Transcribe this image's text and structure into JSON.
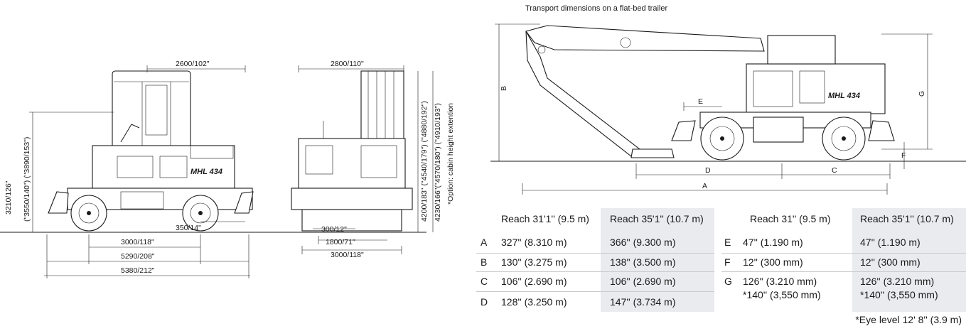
{
  "transport_title": "Transport dimensions on a flat-bed trailer",
  "side_view": {
    "top_width": "2600/102\"",
    "height_label": "3210/126\"",
    "height_options": "(\"3550/140\") (\"3890/153\")",
    "overhang": "350/14\"",
    "wheelbase": "3000/118\"",
    "track_length": "5290/208\"",
    "overall_length": "5380/212\"",
    "badge": "MHL 434"
  },
  "front_view": {
    "top_width": "2800/110\"",
    "h1": "4200/183\" (\"4540/179\") (\"4880/192\")",
    "h2": "4230/166\"(\"4570/180\") (\"4910/193\")",
    "option_note": "*Option: cabin height extention",
    "w1": "300/12\"",
    "w2": "1800/71\"",
    "w3": "3000/118\""
  },
  "transport_view": {
    "labels": [
      "A",
      "B",
      "C",
      "D",
      "E",
      "F",
      "G"
    ],
    "badge": "MHL 434"
  },
  "table": {
    "left_headers": [
      "Reach 31'1'' (9.5 m)",
      "Reach 35'1'' (10.7 m)"
    ],
    "right_headers": [
      "Reach 31'' (9.5 m)",
      "Reach 35'1'' (10.7 m)"
    ],
    "left_rows": [
      {
        "key": "A",
        "v1": "327'' (8.310 m)",
        "v2": "366'' (9.300 m)"
      },
      {
        "key": "B",
        "v1": "130'' (3.275 m)",
        "v2": "138'' (3.500 m)"
      },
      {
        "key": "C",
        "v1": "106'' (2.690 m)",
        "v2": "106'' (2.690 m)"
      },
      {
        "key": "D",
        "v1": "128'' (3.250 m)",
        "v2": "147'' (3.734 m)"
      }
    ],
    "right_rows": [
      {
        "key": "E",
        "v1": "47'' (1.190 m)",
        "v2": "47'' (1.190 m)"
      },
      {
        "key": "F",
        "v1": "12'' (300 mm)",
        "v2": "12'' (300 mm)"
      },
      {
        "key": "G",
        "v1": "126'' (3.210 mm)",
        "v1b": "*140'' (3,550 mm)",
        "v2": "126'' (3.210 mm)",
        "v2b": "*140'' (3,550 mm)"
      }
    ],
    "footnote": "*Eye level 12' 8'' (3.9 m)"
  }
}
